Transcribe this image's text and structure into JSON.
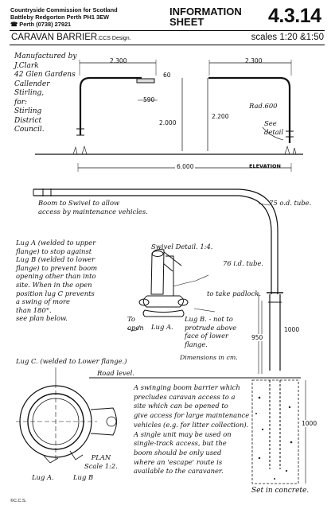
{
  "header": {
    "org_line1": "Countryside Commission for Scotland",
    "org_line2": "Battleby  Redgorton  Perth  PH1 3EW",
    "org_line3": "☎ Perth (0738) 27921",
    "info_line1": "INFORMATION",
    "info_line2": "SHEET",
    "sheet_number": "4.3.14"
  },
  "title": {
    "main": "CARAVAN BARRIER",
    "sub": ".CCS Design.",
    "scales": "scales 1:20 &1:50"
  },
  "manufacturer": {
    "line1": "Manufactured by",
    "line2": "J.Clark",
    "line3": "42 Glen Gardens",
    "line4": "Callender",
    "line5": "Stirling,",
    "line6": "for:",
    "line7": "Stirling",
    "line8": "District",
    "line9": "Council."
  },
  "elevation": {
    "dim_boom_left": "2.300",
    "dim_boom_right": "2.300",
    "dim_60": "60",
    "dim_590": "590",
    "dim_2000": "2.000",
    "dim_2200": "2.200",
    "rad": "Rad.600",
    "see_detail": "See\ndetail",
    "dim_6000": "6.000",
    "elevation_label": "ELEVATION"
  },
  "detail": {
    "boom_note": "Boom to Swivel to allow\naccess by maintenance vehicles.",
    "tube75": "75 o.d. tube.",
    "tube76": "76 i.d. tube.",
    "swivel_title": "Swivel Detail. 1:4.",
    "padlock": "to take padlock.",
    "lug_note": "Lug A (welded to upper\nflange) to stop against\nLug B (welded to lower\nflange) to prevent boom\nopening other than into\nsite. When in the open\nposition lug C prevents\na swing of more\nthan 180°.\nsee plan below.",
    "to_open": "To\nopen",
    "lug_a": "Lug A.",
    "lug_b_note": "Lug B. - not to\nprotrude above\nface of lower\nflange.",
    "dimensions": "Dimensions in cm.",
    "dim_950": "950",
    "dim_1000a": "1000",
    "dim_1000b": "1000",
    "lug_c": "Lug C. (welded to Lower flange.)",
    "road_level": "Road level.",
    "plan_label": "PLAN\nScale 1:2.",
    "plan_lug_a": "Lug A.",
    "plan_lug_b": "Lug B",
    "description": "A swinging boom barrier which\nprecludes caravan access to a\nsite which can be opened to\ngive access for large maintenance\nvehicles (e.g. for litter collection).\nA single unit may be used on\nsingle-track access, but the\nboom should be only used\nwhere an 'escape' route is\navailable to the caravaner.",
    "set_in_concrete": "Set in concrete."
  },
  "footer": "©C.C.S."
}
